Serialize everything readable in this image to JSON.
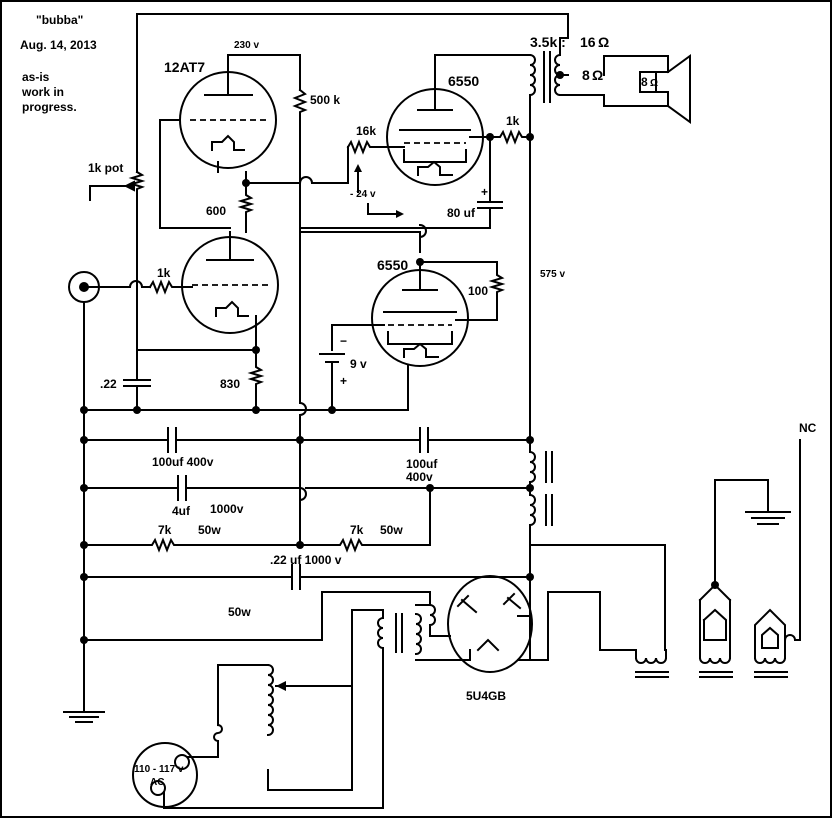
{
  "notes": {
    "name": "\"bubba\"",
    "date": "Aug. 14, 2013",
    "status_line1": "as-is",
    "status_line2": "work in",
    "status_line3": "progress."
  },
  "labels": {
    "tube_12at7": "12AT7",
    "v_230": "230 v",
    "r_500k": "500 k",
    "r_600": "600",
    "r_1k_grid": "1k",
    "pot_1k": "1k pot",
    "cap_022": ".22",
    "r_830": "830",
    "tube_6550_top": "6550",
    "tube_6550_bottom": "6550",
    "r_16k": "16k",
    "r_1k_plate": "1k",
    "v_neg24": "- 24 v",
    "cap_80uf": "80 uf",
    "r_100": "100",
    "bat_9v": "9 v",
    "bat_minus": "−",
    "bat_plus": "+",
    "cap_plus_80": "+",
    "v_575": "575 v",
    "xfmr_primary": "3.5k :",
    "xfmr_16": "16",
    "xfmr_8": "8",
    "speaker_8": "8",
    "ohm": "Ω",
    "cap_100uf_400v_left": "100uf   400v",
    "cap_100uf_right": "100uf",
    "cap_400v_right": "400v",
    "cap_4uf": "4uf",
    "cap_1000v": "1000v",
    "r_7k_left": "7k",
    "r_50w_left": "50w",
    "r_7k_right": "7k",
    "r_50w_right": "50w",
    "cap_022_1000v": ".22 uf 1000 v",
    "r_50w_bottom": "50w",
    "tube_5u4gb": "5U4GB",
    "ac_line1": "110 - 117 v",
    "ac_line2": "AC",
    "nc": "NC"
  }
}
